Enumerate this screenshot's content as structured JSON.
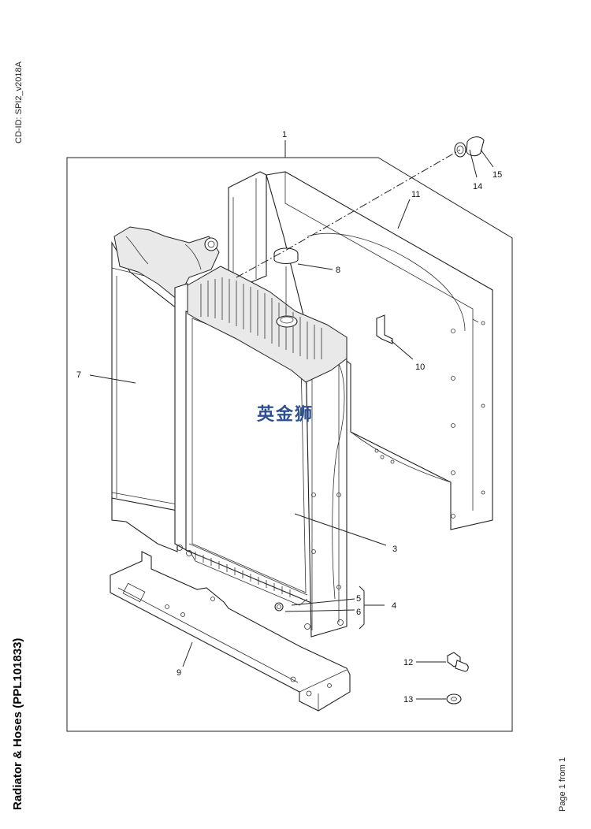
{
  "header": {
    "cd_id": "CD-ID: SPI2_v2018A"
  },
  "title": "Radiator & Hoses (PPL101833)",
  "footer": {
    "page": "Page 1 from 1"
  },
  "watermark": "英金狮",
  "callouts": {
    "c1": "1",
    "c3": "3",
    "c4": "4",
    "c5": "5",
    "c6": "6",
    "c7": "7",
    "c8": "8",
    "c9": "9",
    "c10": "10",
    "c11": "11",
    "c12": "12",
    "c13": "13",
    "c14": "14",
    "c15": "15"
  },
  "colors": {
    "line": "#222222",
    "watermark": "#2f4f8f"
  }
}
